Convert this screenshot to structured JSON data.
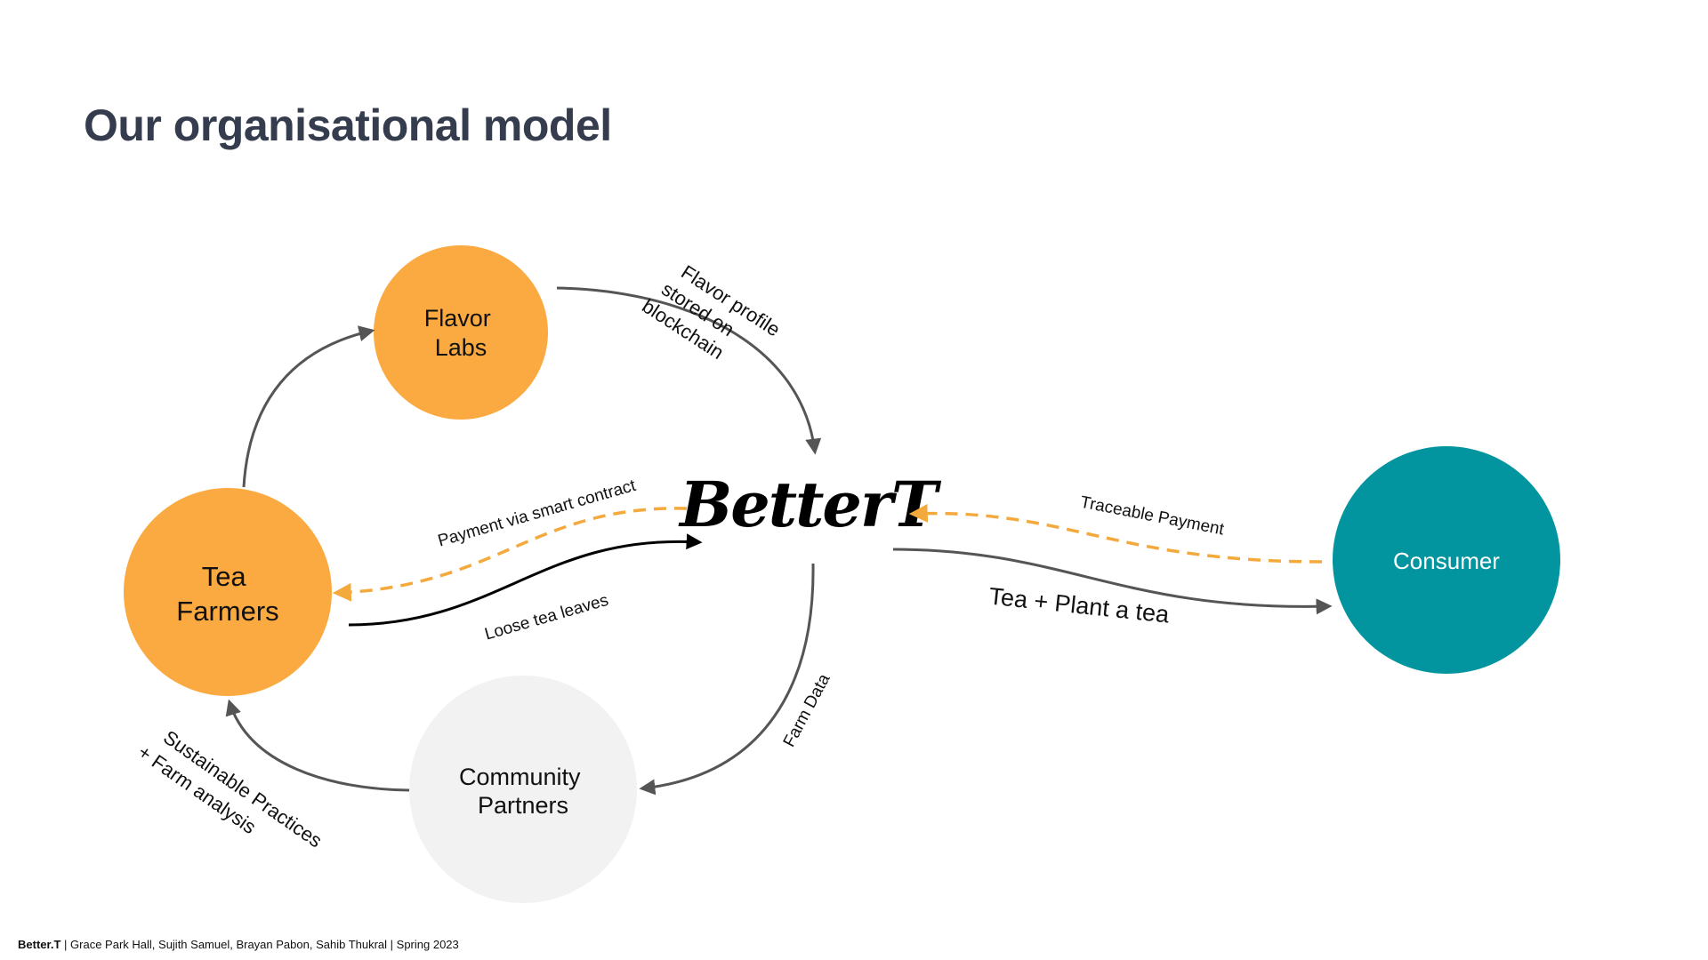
{
  "slide": {
    "title": "Our organisational model",
    "footer": {
      "brand": "Better.T",
      "separator": "|",
      "credits": "Grace Park Hall, Sujith Samuel, Brayan Pabon, Sahib Thukral | Spring 2023"
    }
  },
  "diagram": {
    "center_logo": "BetterT",
    "nodes": {
      "flavor_labs": {
        "line1": "Flavor",
        "line2": "Labs",
        "color": "#FBAA42"
      },
      "tea_farmers": {
        "line1": "Tea",
        "line2": "Farmers",
        "color": "#FBAA42"
      },
      "community_partners": {
        "line1": "Community",
        "line2": "Partners",
        "color": "#F2F2F2"
      },
      "consumer": {
        "line1": "Consumer",
        "color": "#03959F"
      }
    },
    "edges": {
      "flavor_profile": {
        "line1": "Flavor profile",
        "line2": "stored on",
        "line3": "blockchain"
      },
      "payment_smart_contract": "Payment via smart contract",
      "loose_tea_leaves": "Loose tea leaves",
      "traceable_payment": "Traceable Payment",
      "tea_plant": "Tea + Plant a tea",
      "farm_data": "Farm Data",
      "sustainable": {
        "line1": "Sustainable Practices",
        "line2": "+ Farm analysis"
      }
    },
    "colors": {
      "arrow_gray": "#555555",
      "arrow_black": "#000000",
      "payment_dashed": "#F4A93C"
    }
  }
}
